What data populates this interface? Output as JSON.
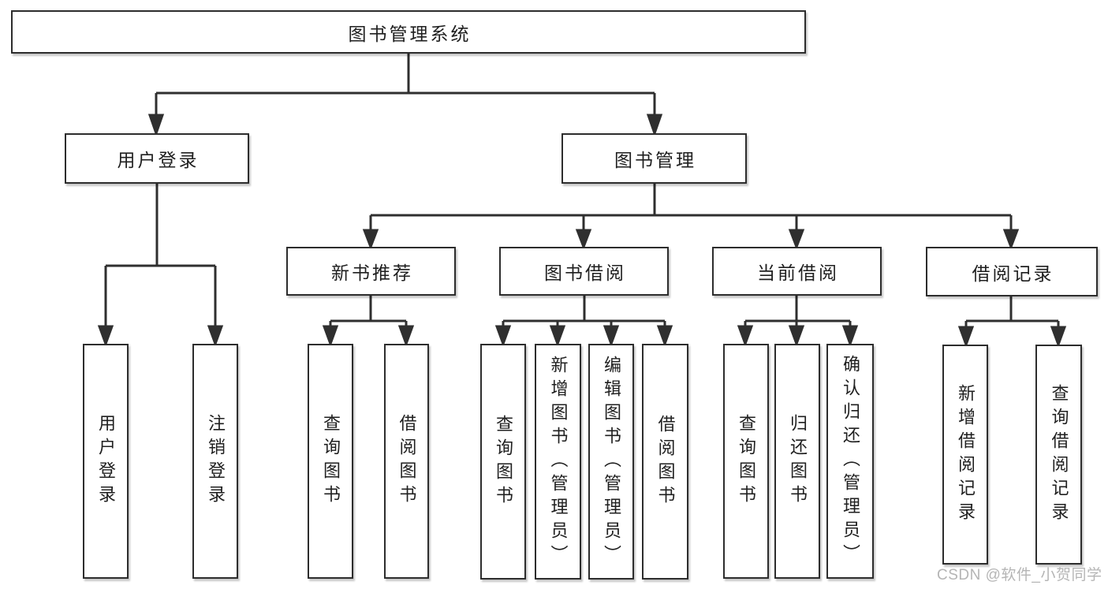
{
  "diagram": {
    "root": {
      "label": "图书管理系统"
    },
    "level1": {
      "user_login": {
        "label": "用户登录",
        "leaves": [
          "用户登录",
          "注销登录"
        ]
      },
      "book_mgmt": {
        "label": "图书管理",
        "modules": {
          "new_book": {
            "label": "新书推荐",
            "leaves": [
              "查询图书",
              "借阅图书"
            ]
          },
          "borrow": {
            "label": "图书借阅",
            "leaves": [
              "查询图书",
              "新增图书（管理员）",
              "编辑图书（管理员）",
              "借阅图书"
            ]
          },
          "current": {
            "label": "当前借阅",
            "leaves": [
              "查询图书",
              "归还图书",
              "确认归还（管理员）"
            ]
          },
          "records": {
            "label": "借阅记录",
            "leaves": [
              "新增借阅记录",
              "查询借阅记录"
            ]
          }
        }
      }
    }
  },
  "watermark": {
    "text": "CSDN @软件_小贺同学"
  },
  "colors": {
    "line": "#2f2f2f",
    "box_border": "#2d2d2d",
    "text": "#1f1f1f",
    "watermark": "#b5b5b5",
    "background": "#ffffff"
  }
}
